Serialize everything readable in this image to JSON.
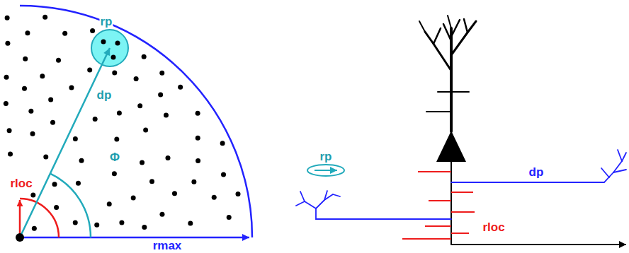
{
  "diagram": {
    "labels": [
      "rp",
      "dp",
      "Φ",
      "rloc",
      "rmax",
      "rp",
      "dp",
      "rloc"
    ]
  }
}
